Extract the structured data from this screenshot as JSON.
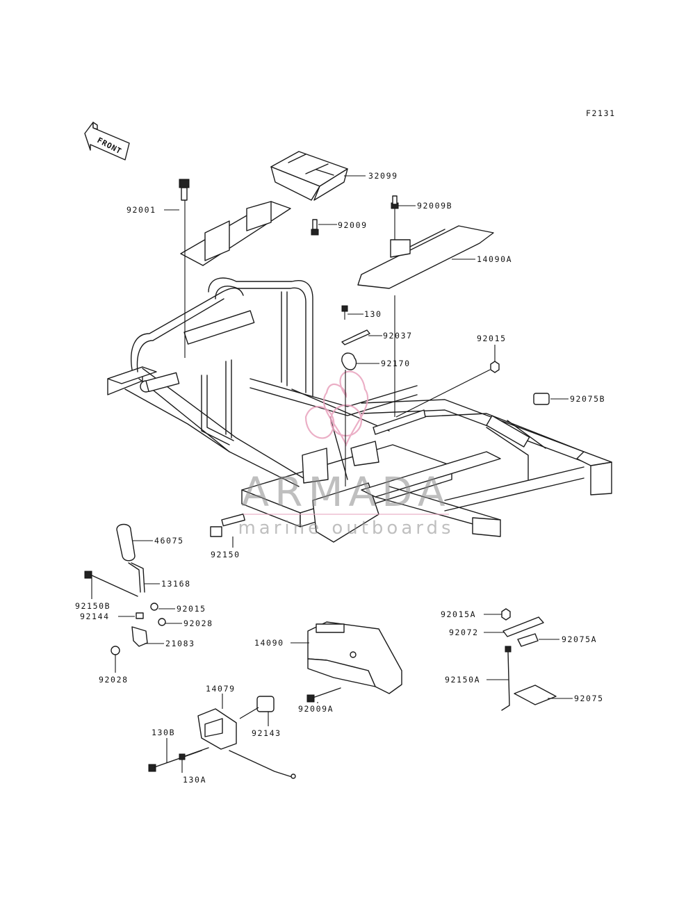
{
  "figure_code": "F2131",
  "front_marker": "FRONT",
  "watermark": {
    "brand": "ARMADA",
    "tagline": "marine outboards",
    "color": "#e8a2bd"
  },
  "parts": {
    "p32099": "32099",
    "p92009": "92009",
    "p92009B": "92009B",
    "p92001": "92001",
    "p14090A": "14090A",
    "p130": "130",
    "p92037": "92037",
    "p92015_top": "92015",
    "p92170": "92170",
    "p92075B": "92075B",
    "p46075": "46075",
    "p92150": "92150",
    "p13168": "13168",
    "p92150B": "92150B",
    "p92015_left": "92015",
    "p92144": "92144",
    "p92028_a": "92028",
    "p21083": "21083",
    "p92028_b": "92028",
    "p14090": "14090",
    "p92009A": "92009A",
    "p14079": "14079",
    "p92143": "92143",
    "p130B": "130B",
    "p130A": "130A",
    "p92015A": "92015A",
    "p92072": "92072",
    "p92075A": "92075A",
    "p92150A": "92150A",
    "p92075": "92075"
  }
}
